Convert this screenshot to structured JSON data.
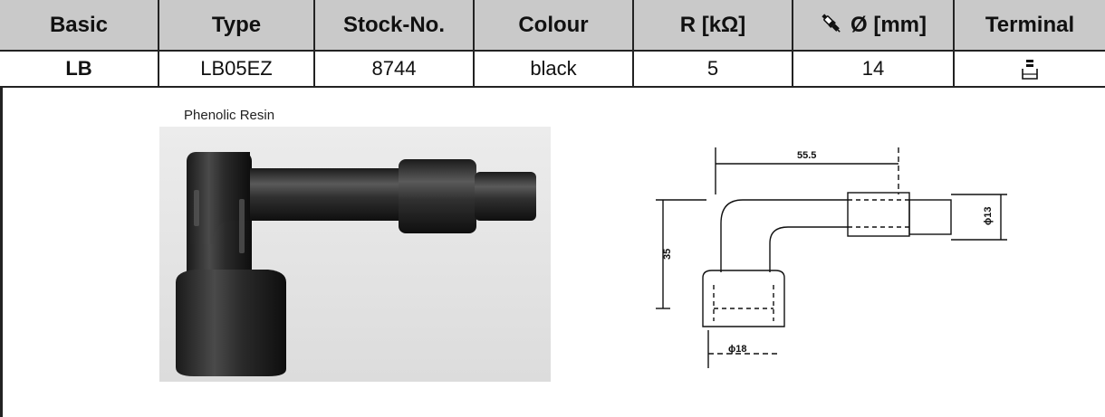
{
  "table": {
    "headers": {
      "basic": "Basic",
      "type": "Type",
      "stock_no": "Stock-No.",
      "colour": "Colour",
      "resistance": "R [kΩ]",
      "diameter": "Ø [mm]",
      "terminal": "Terminal"
    },
    "diameter_icon": "spark-plug-icon",
    "row": {
      "basic": "LB",
      "type": "LB05EZ",
      "stock_no": "8744",
      "colour": "black",
      "resistance": "5",
      "diameter": "14",
      "terminal_icon": "terminal-nut-icon"
    }
  },
  "material_label": "Phenolic Resin",
  "drawing": {
    "length_label": "55.5",
    "height_label": "35",
    "outlet_diameter_label": "ϕ13",
    "base_diameter_label": "ϕ18"
  },
  "colors": {
    "header_bg": "#c9c9c9",
    "border": "#222222"
  }
}
